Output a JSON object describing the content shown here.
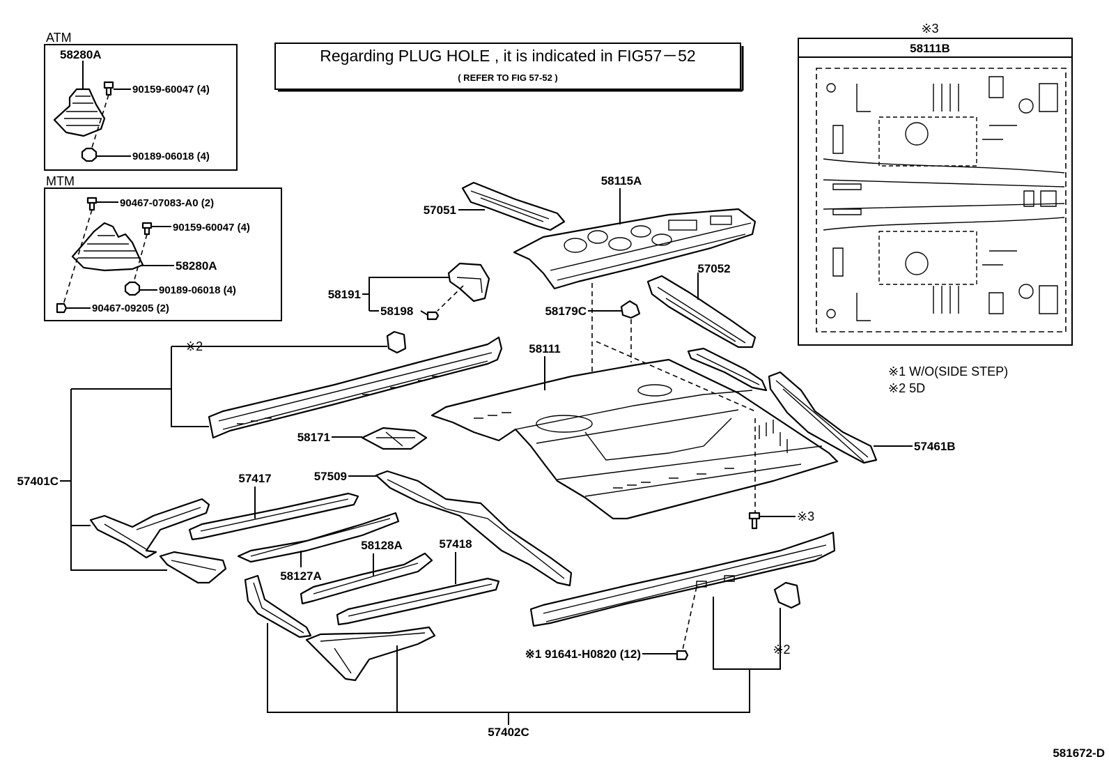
{
  "plug_note": {
    "line1": "Regarding  PLUG HOLE , it is  indicated  in  FIG57－52",
    "line2": "( REFER TO FIG 57-52 )"
  },
  "atm_box": {
    "title": "ATM",
    "part_boot": "58280A",
    "part_screw": "90159-60047 (4)",
    "part_nut": "90189-06018 (4)"
  },
  "mtm_box": {
    "title": "MTM",
    "part_bolt1": "90467-07083-A0 (2)",
    "part_screw": "90159-60047 (4)",
    "part_boot": "58280A",
    "part_nut": "90189-06018 (4)",
    "part_clip": "90467-09205 (2)"
  },
  "inset": {
    "mark": "※3",
    "part": "58111B"
  },
  "legend": {
    "note1": "※1  W/O(SIDE STEP)",
    "note2": "※2  5D"
  },
  "callouts": {
    "p58115A": "58115A",
    "p57051": "57051",
    "p57052": "57052",
    "p58191": "58191",
    "p58198": "58198",
    "p58179C": "58179C",
    "p58111": "58111",
    "mark2_top": "※2",
    "p57401C": "57401C",
    "p58171": "58171",
    "p57461B": "57461B",
    "p57417": "57417",
    "p57509": "57509",
    "mark3": "※3",
    "p58128A": "58128A",
    "p57418": "57418",
    "p58127A": "58127A",
    "p91641": "※1 91641-H0820 (12)",
    "mark2_bottom": "※2",
    "p57402C": "57402C"
  },
  "diagram_id": "581672-D"
}
